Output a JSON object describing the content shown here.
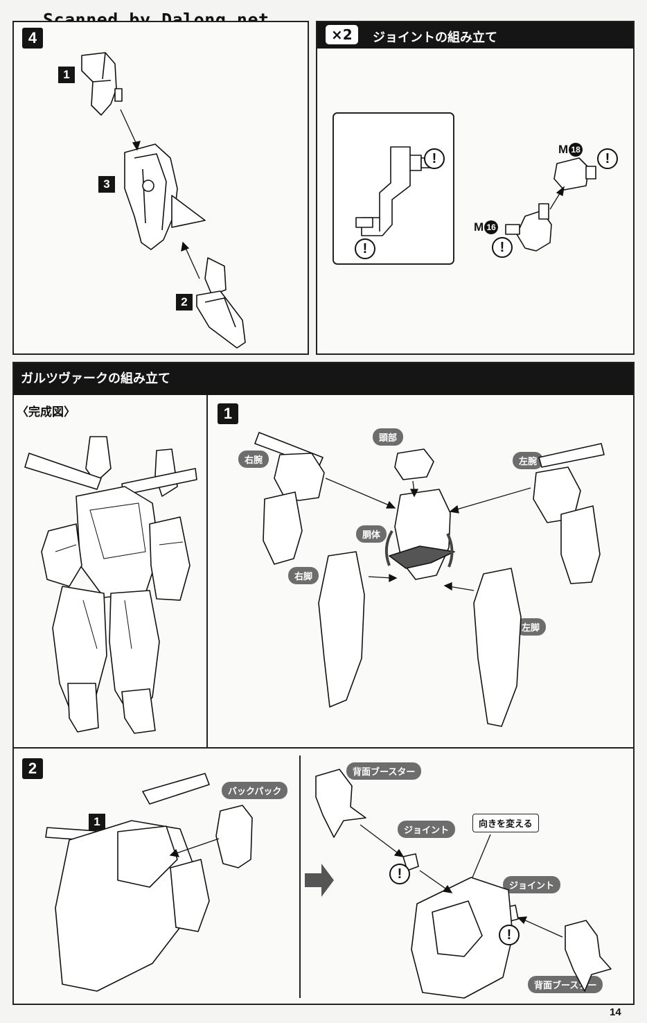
{
  "scan_credit": "Scanned by Dalong.net",
  "page_number": "14",
  "colors": {
    "ink": "#151515",
    "pill_gray": "#6d6d6d",
    "paper": "#fafaf8"
  },
  "step4": {
    "step": "4",
    "parts": [
      "1",
      "3",
      "2"
    ]
  },
  "joint_section": {
    "multiplier": "×2",
    "title": "ジョイントの組み立て",
    "part_m18": {
      "letter": "M",
      "number": "18"
    },
    "part_m16": {
      "letter": "M",
      "number": "16"
    },
    "warning_glyph": "!"
  },
  "assembly_section": {
    "title": "ガルツヴァークの組み立て",
    "completed_label": "〈完成図〉",
    "step1": {
      "step": "1",
      "labels": {
        "head": "頭部",
        "right_arm": "右腕",
        "left_arm": "左腕",
        "torso": "胴体",
        "right_leg": "右脚",
        "left_leg": "左脚"
      }
    },
    "step2": {
      "step": "2",
      "part_ref": "1",
      "backpack": "バックパック",
      "back_booster_top": "背面ブースター",
      "joint_top": "ジョイント",
      "change_direction": "向きを変える",
      "joint_bottom": "ジョイント",
      "back_booster_bottom": "背面ブースター"
    }
  }
}
